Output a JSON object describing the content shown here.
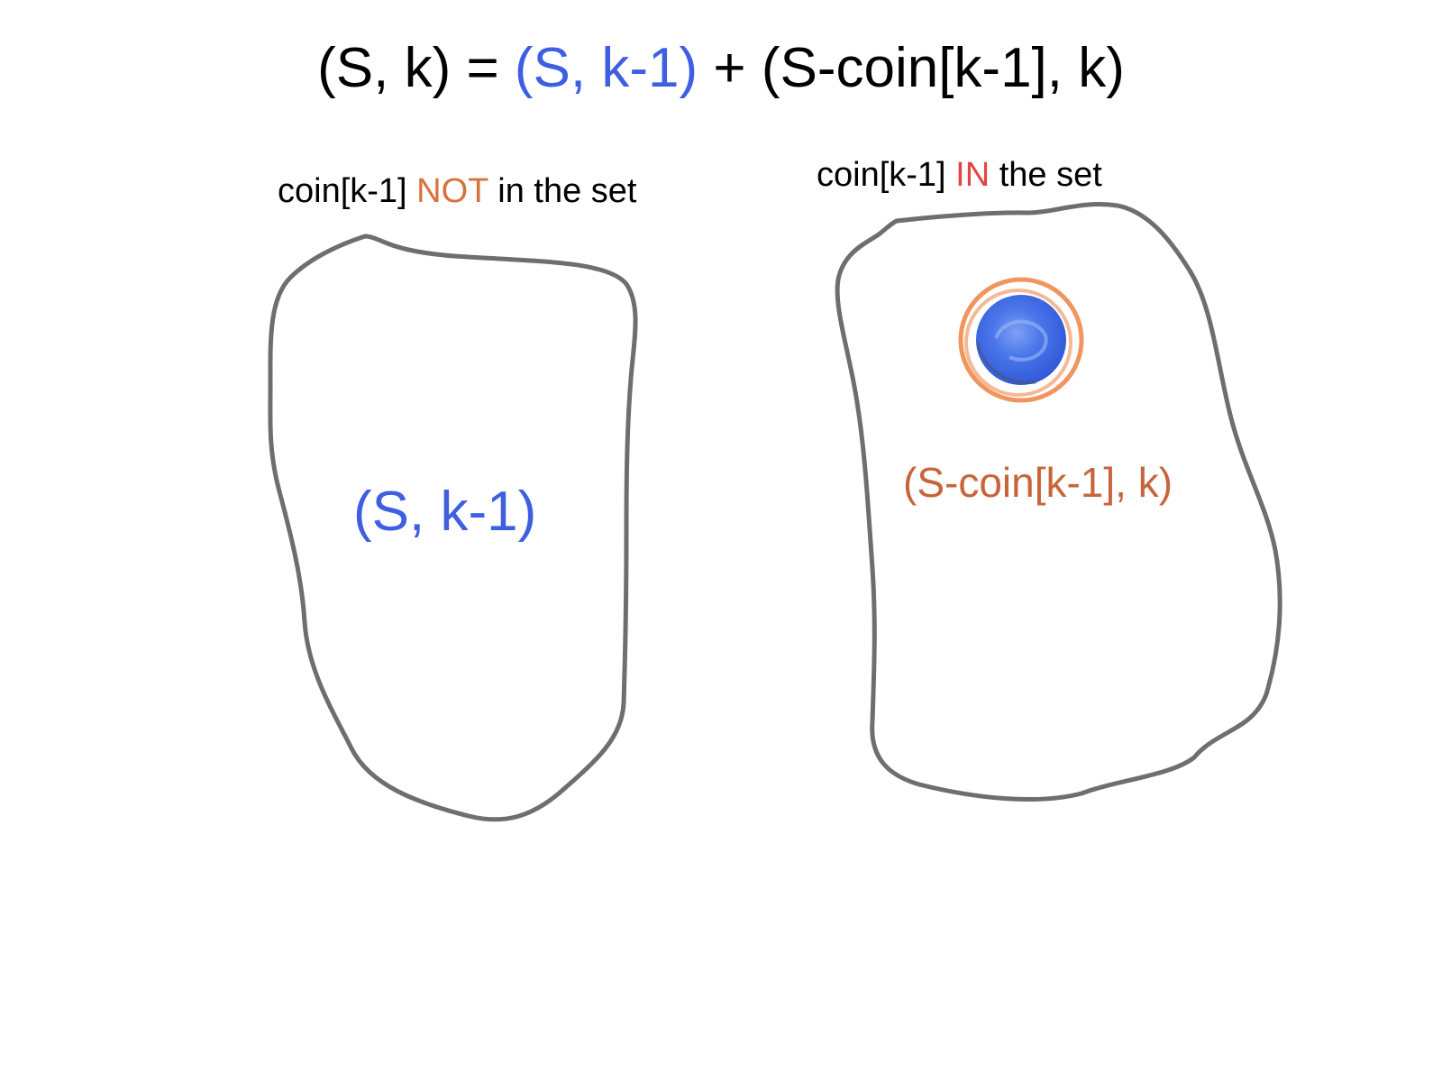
{
  "equation": {
    "lhs": "(S, k)",
    "equals": " = ",
    "term1": "(S, k-1)",
    "plus": " + ",
    "term2": "(S-coin[k-1], k)"
  },
  "left_set": {
    "caption_prefix": "coin[k-1] ",
    "caption_keyword": "NOT",
    "caption_suffix": " in the set",
    "label": "(S, k-1)"
  },
  "right_set": {
    "caption_prefix": "coin[k-1] ",
    "caption_keyword": "IN",
    "caption_suffix": " the set",
    "label": "(S-coin[k-1], k)",
    "marker_icon": "coin-icon"
  },
  "colors": {
    "text": "#000000",
    "blue": "#3E5FE0",
    "orange": "#D9713A",
    "red": "#E04545",
    "brown_orange": "#C8643C",
    "outline": "#6E6E72",
    "coin_fill": "#3D6BE5",
    "coin_ring": "#EE8A4D"
  }
}
